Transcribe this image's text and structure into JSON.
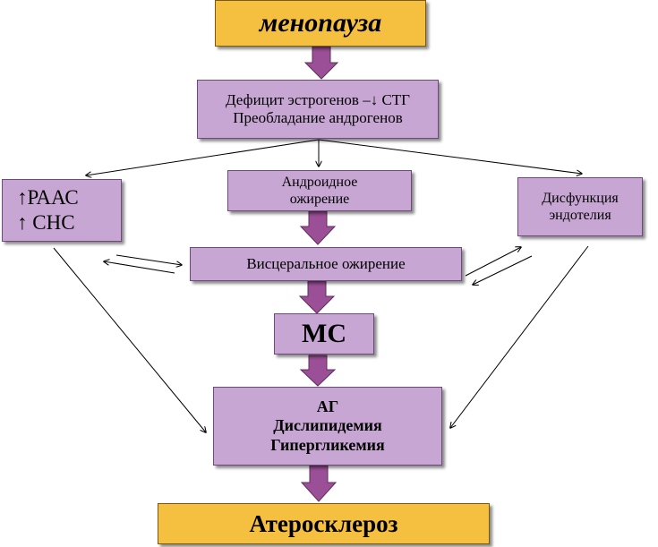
{
  "colors": {
    "box_fill": "#c7a6d3",
    "top_bottom_fill": "#f5c040",
    "block_arrow": "#9b4f96",
    "thin_arrow": "#000000"
  },
  "nodes": {
    "menopause": "менопауза",
    "deficit": {
      "line1": "Дефицит эстрогенов –↓ СТГ",
      "line2": "Преобладание андрогенов"
    },
    "raas": {
      "line1": "↑РААС",
      "line2": "↑ СНС"
    },
    "android": {
      "line1": "Андроидное",
      "line2": "ожирение"
    },
    "endothelium": {
      "line1": "Дисфункция",
      "line2": "эндотелия"
    },
    "visceral": "Висцеральное ожирение",
    "ms": "МС",
    "outcomes": {
      "line1": "АГ",
      "line2": "Дислипидемия",
      "line3": "Гипергликемия"
    },
    "atherosclerosis": "Атеросклероз"
  }
}
